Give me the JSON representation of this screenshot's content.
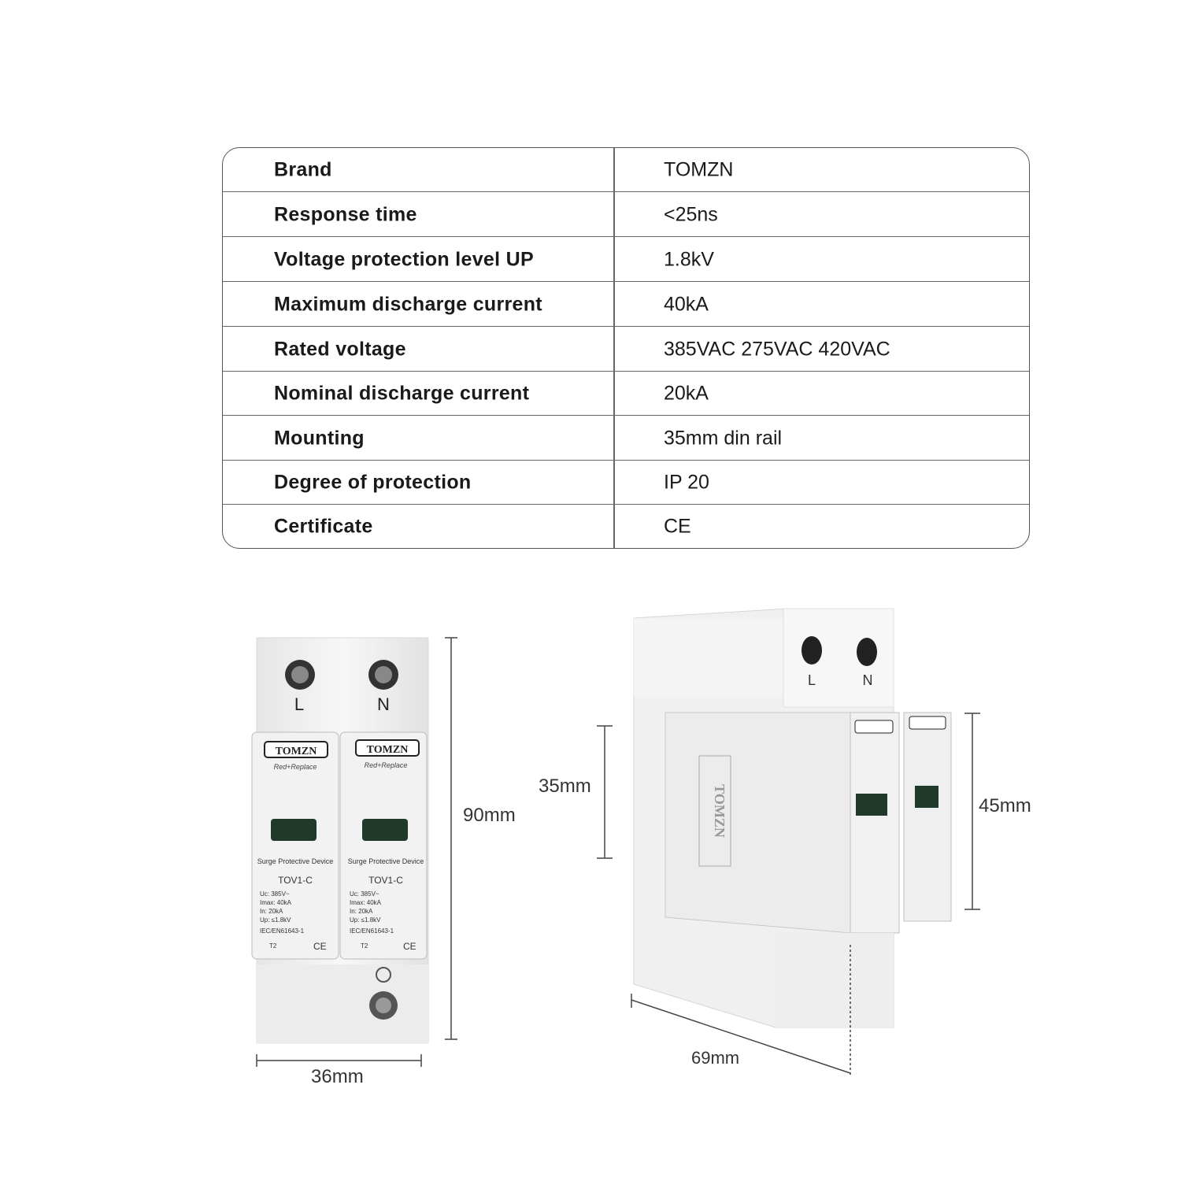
{
  "spec_table": {
    "rows": [
      {
        "label": "Brand",
        "value": "TOMZN"
      },
      {
        "label": "Response time",
        "value": "<25ns"
      },
      {
        "label": "Voltage protection level UP",
        "value": "1.8kV"
      },
      {
        "label": "Maximum discharge current",
        "value": "40kA"
      },
      {
        "label": "Rated voltage",
        "value": "385VAC  275VAC  420VAC"
      },
      {
        "label": "Nominal discharge current",
        "value": "20kA"
      },
      {
        "label": "Mounting",
        "value": "35mm din rail"
      },
      {
        "label": "Degree of protection",
        "value": "IP 20"
      },
      {
        "label": "Certificate",
        "value": "CE"
      }
    ]
  },
  "front_view": {
    "height_label": "90mm",
    "width_label": "36mm",
    "terminals": [
      "L",
      "N"
    ],
    "module": {
      "brand": "TOMZN",
      "slogan": "Red+Replace",
      "title": "Surge Protective Device",
      "model": "TOV1-C",
      "specs": [
        "Uc:   385V~",
        "Imax:  40kA",
        "In:   20kA",
        "Up:  ≤1.8kV"
      ],
      "standard": "IEC/EN61643-1",
      "class_mark": "T2",
      "cert_mark": "CE"
    }
  },
  "side_view": {
    "base_height_label": "35mm",
    "module_height_label": "45mm",
    "depth_label": "69mm",
    "terminals": [
      "L",
      "N"
    ],
    "side_logo": "TOMZN"
  }
}
